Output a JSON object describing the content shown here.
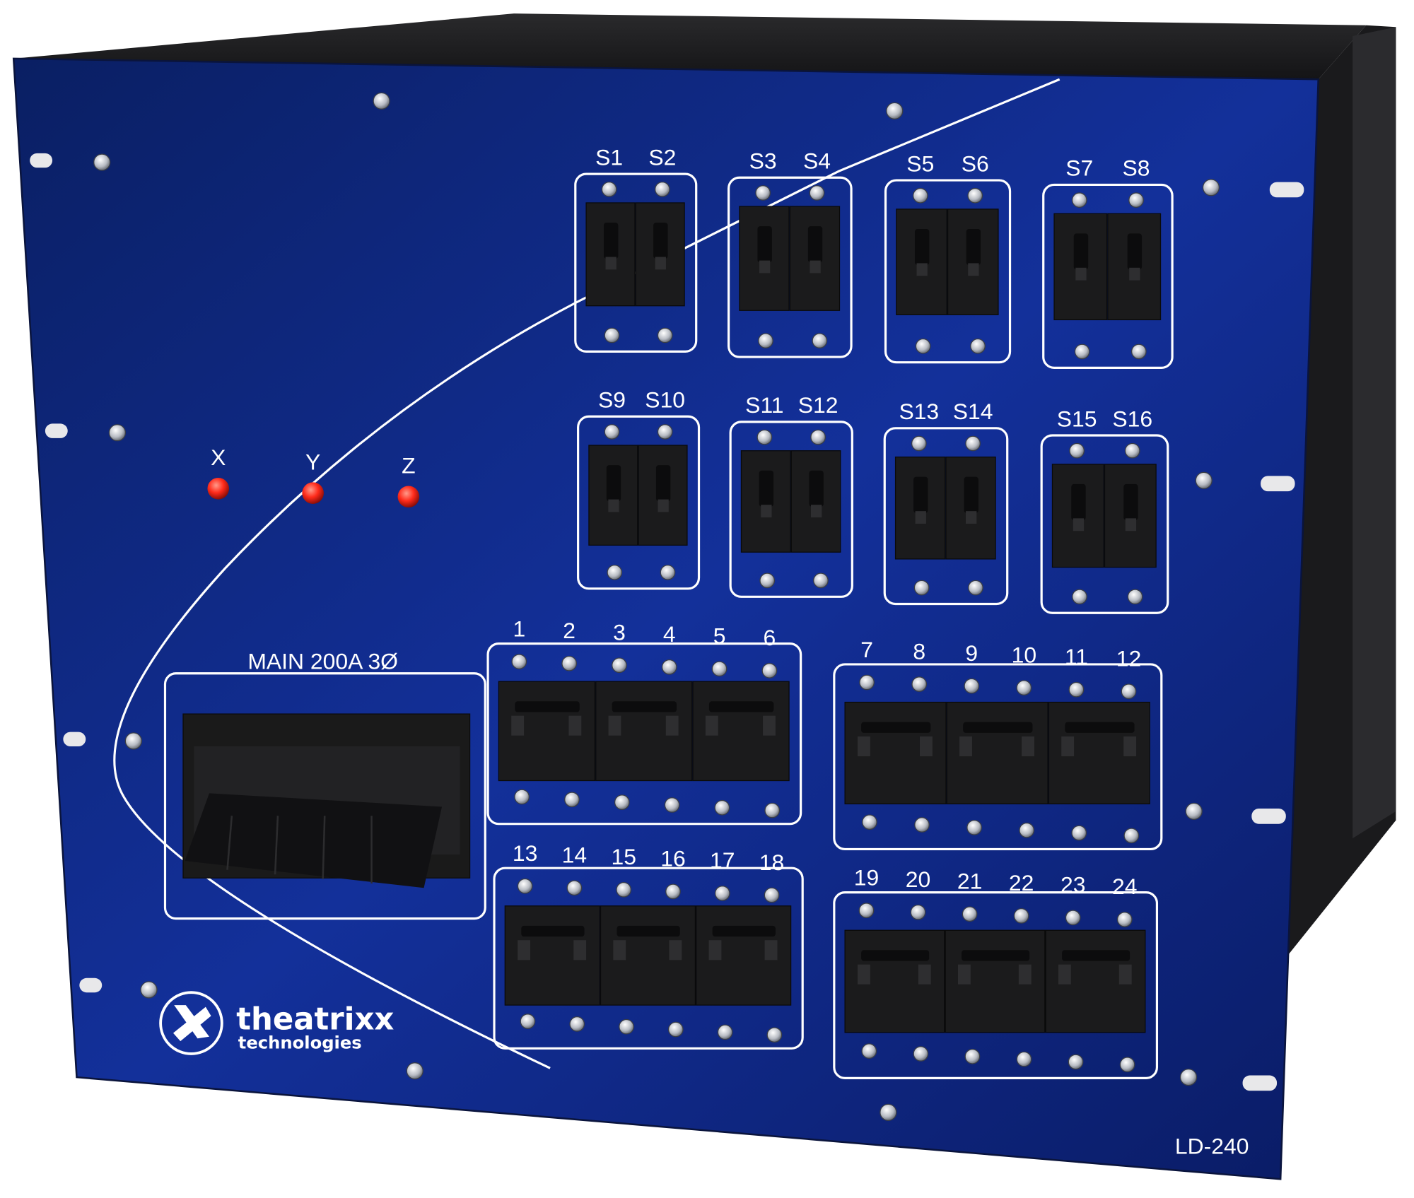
{
  "product": {
    "model": "LD-240",
    "brand_name": "theatrixx",
    "brand_sub": "technologies",
    "panel_color": "#0f2a86",
    "enclosure_color": "#1c1c1e"
  },
  "main_breaker": {
    "label": "MAIN 200A 3Ø"
  },
  "phase_indicators": [
    {
      "label": "X",
      "color": "#ff2a1a"
    },
    {
      "label": "Y",
      "color": "#ff2a1a"
    },
    {
      "label": "Z",
      "color": "#ff2a1a"
    }
  ],
  "switch_pairs": [
    [
      "S1",
      "S2"
    ],
    [
      "S3",
      "S4"
    ],
    [
      "S5",
      "S6"
    ],
    [
      "S7",
      "S8"
    ],
    [
      "S9",
      "S10"
    ],
    [
      "S11",
      "S12"
    ],
    [
      "S13",
      "S14"
    ],
    [
      "S15",
      "S16"
    ]
  ],
  "circuit_groups": [
    [
      "1",
      "2",
      "3",
      "4",
      "5",
      "6"
    ],
    [
      "7",
      "8",
      "9",
      "10",
      "11",
      "12"
    ],
    [
      "13",
      "14",
      "15",
      "16",
      "17",
      "18"
    ],
    [
      "19",
      "20",
      "21",
      "22",
      "23",
      "24"
    ]
  ]
}
